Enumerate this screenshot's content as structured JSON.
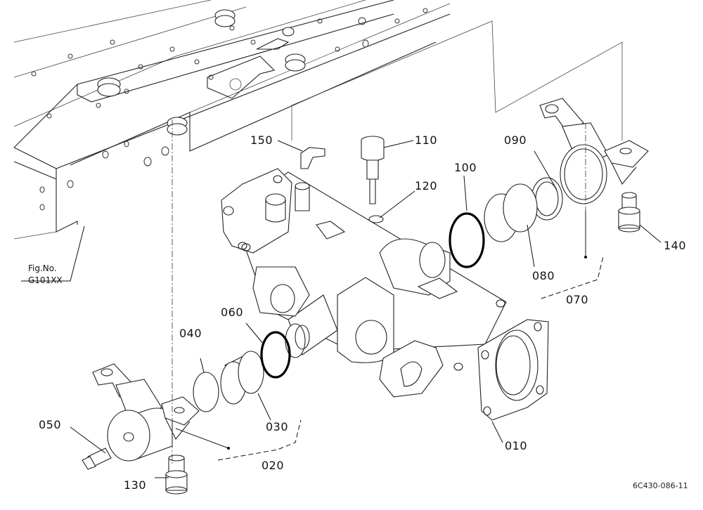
{
  "figure_reference": {
    "line1": "Fig.No.",
    "line2": "G101XX"
  },
  "drawing_code": "6C430-086-11",
  "callouts": [
    {
      "id": "p010",
      "label": "010"
    },
    {
      "id": "p020",
      "label": "020"
    },
    {
      "id": "p030",
      "label": "030"
    },
    {
      "id": "p040",
      "label": "040"
    },
    {
      "id": "p050",
      "label": "050"
    },
    {
      "id": "p060",
      "label": "060"
    },
    {
      "id": "p070",
      "label": "070"
    },
    {
      "id": "p080",
      "label": "080"
    },
    {
      "id": "p090",
      "label": "090"
    },
    {
      "id": "p100",
      "label": "100"
    },
    {
      "id": "p110",
      "label": "110"
    },
    {
      "id": "p120",
      "label": "120"
    },
    {
      "id": "p130",
      "label": "130"
    },
    {
      "id": "p140",
      "label": "140"
    },
    {
      "id": "p150",
      "label": "150"
    }
  ]
}
